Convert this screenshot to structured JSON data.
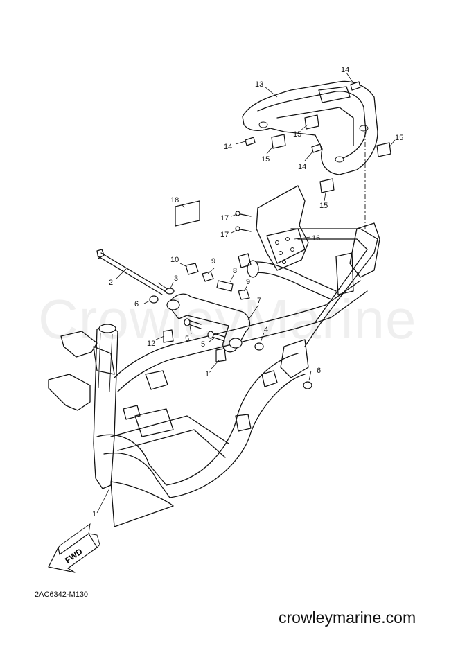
{
  "diagram": {
    "watermark": "CrowleyMarine",
    "drawing_code": "2AC6342-M130",
    "website": "crowleymarine.com",
    "direction_label": "FWD",
    "callouts": [
      {
        "id": "1",
        "text": "1"
      },
      {
        "id": "2",
        "text": "2"
      },
      {
        "id": "3",
        "text": "3"
      },
      {
        "id": "4",
        "text": "4"
      },
      {
        "id": "5a",
        "text": "5"
      },
      {
        "id": "5b",
        "text": "5"
      },
      {
        "id": "6a",
        "text": "6"
      },
      {
        "id": "6b",
        "text": "6"
      },
      {
        "id": "7",
        "text": "7"
      },
      {
        "id": "8",
        "text": "8"
      },
      {
        "id": "9a",
        "text": "9"
      },
      {
        "id": "9b",
        "text": "9"
      },
      {
        "id": "10",
        "text": "10"
      },
      {
        "id": "11",
        "text": "11"
      },
      {
        "id": "12",
        "text": "12"
      },
      {
        "id": "13",
        "text": "13"
      },
      {
        "id": "14a",
        "text": "14"
      },
      {
        "id": "14b",
        "text": "14"
      },
      {
        "id": "14c",
        "text": "14"
      },
      {
        "id": "15a",
        "text": "15"
      },
      {
        "id": "15b",
        "text": "15"
      },
      {
        "id": "15c",
        "text": "15"
      },
      {
        "id": "15d",
        "text": "15"
      },
      {
        "id": "16",
        "text": "16"
      },
      {
        "id": "17a",
        "text": "17"
      },
      {
        "id": "17b",
        "text": "17"
      },
      {
        "id": "18",
        "text": "18"
      }
    ]
  }
}
